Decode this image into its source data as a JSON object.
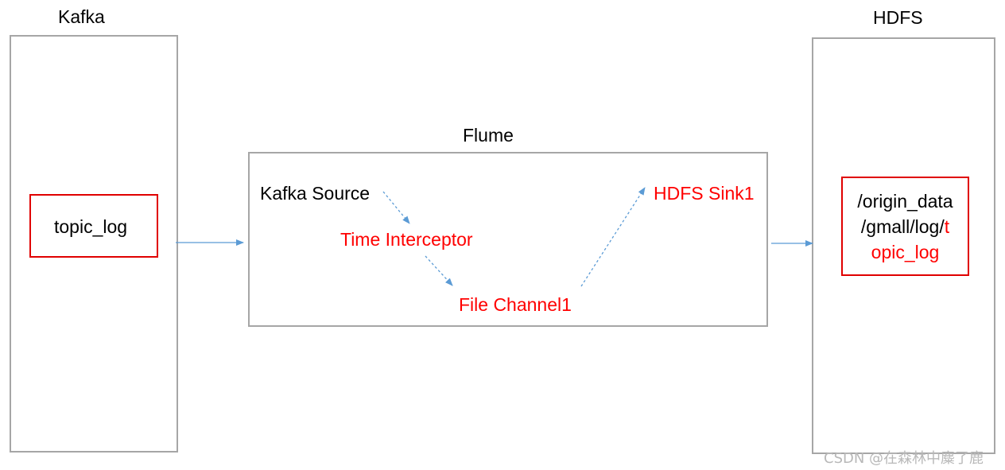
{
  "kafka": {
    "title": "Kafka",
    "topic": "topic_log"
  },
  "flume": {
    "title": "Flume",
    "source": "Kafka Source",
    "interceptor": "Time Interceptor",
    "channel": "File Channel1",
    "sink": "HDFS Sink1"
  },
  "hdfs": {
    "title": "HDFS",
    "path_line1": "/origin_data",
    "path_line2_black": "/gmall/log/",
    "path_line2_red": "t",
    "path_line3": "opic_log"
  },
  "watermark": "CSDN @在森林中麋了鹿",
  "colors": {
    "border_gray": "#a6a6a6",
    "highlight_red": "#ff0000",
    "arrow_blue": "#5b9bd5"
  }
}
